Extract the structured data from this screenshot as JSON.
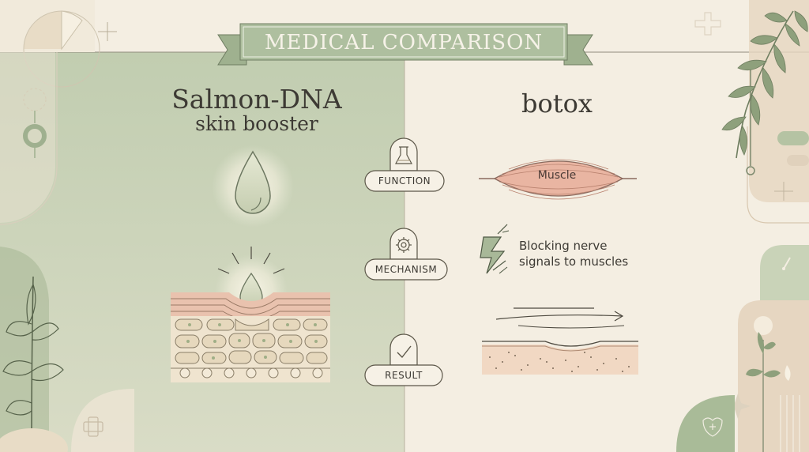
{
  "banner": {
    "title": "MEDICAL COMPARISON"
  },
  "left": {
    "title": "Salmon-DNA",
    "subtitle": "skin booster"
  },
  "right": {
    "title": "botox"
  },
  "rows": [
    {
      "label": "FUNCTION",
      "icon": "flask-icon"
    },
    {
      "label": "MECHANISM",
      "icon": "gear-icon"
    },
    {
      "label": "RESULT",
      "icon": "checkmark-icon"
    }
  ],
  "botox": {
    "muscle_label": "Muscle",
    "mechanism_line1": "Blocking nerve",
    "mechanism_line2": "signals to muscles"
  },
  "colors": {
    "sage": "#aebf9f",
    "sage_light": "#c9d3b8",
    "cream": "#f4eee2",
    "beige": "#e6d6c1",
    "skin_pink": "#e8b9a5",
    "muscle": "#e9b5a2",
    "ink": "#3d3a34"
  }
}
